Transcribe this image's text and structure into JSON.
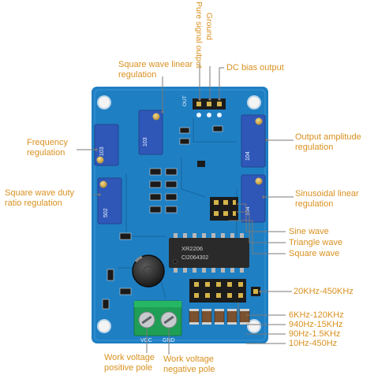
{
  "colors": {
    "label": "#d9901f",
    "pcb": "#1f7fc3",
    "pcb_dark": "#1766a0",
    "silkscreen": "#eef6ff",
    "trimmer": "#2f57b8",
    "brass": "#c9a23a",
    "terminal": "#1f9e55",
    "header": "#1c1c1c"
  },
  "top_labels": {
    "pure_signal": "Pure signal output",
    "ground": "Ground",
    "dc_bias": "DC bias output"
  },
  "left_labels": {
    "square_linear": "Square wave linear regulation",
    "frequency": "Frequency regulation",
    "duty_ratio": "Square wave duty ratio regulation"
  },
  "right_labels": {
    "output_amplitude": "Output amplitude regulation",
    "sinusoidal_linear": "Sinusoidal linear regulation",
    "sine": "Sine wave",
    "triangle": "Triangle wave",
    "square": "Square wave",
    "range_450k": "20KHz-450KHz",
    "range_120k": "6KHz-120KHz",
    "range_15k": "940Hz-15KHz",
    "range_1_5k": "90Hz-1.5KHz",
    "range_450": "10Hz-450Hz"
  },
  "bottom_labels": {
    "positive": "Work voltage positive pole",
    "negative": "Work voltage negative pole"
  },
  "board": {
    "out_silk": "OUT",
    "vcc_silk": "VCC",
    "gnd_silk": "GND",
    "chip_line1": "XR2206",
    "chip_line2": "CI2064302",
    "pot_code_a": "103",
    "pot_code_b": "502",
    "pot_code_c": "104"
  }
}
